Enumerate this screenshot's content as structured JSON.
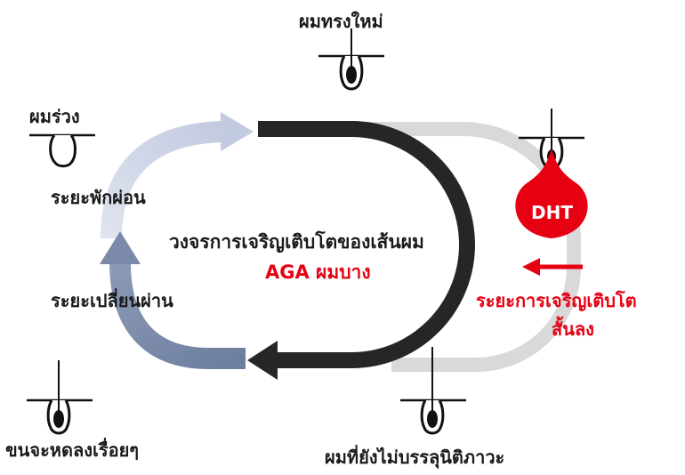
{
  "labels": {
    "new_hair": "ผมทรงใหม่",
    "shedding": "ผมร่วง",
    "resting_phase": "ระยะพักผ่อน",
    "transition_phase": "ระยะเปลี่ยนผ่าน",
    "cycle_title": "วงจรการเจริญเติบโตของเส้นผม",
    "aga": "AGA ผมบาง",
    "dht": "DHT",
    "growth_shortened_line1": "ระยะการเจริญเติบโต",
    "growth_shortened_line2": "สั้นลง",
    "thinning": "ขนจะหดลงเรื่อยๆ",
    "immature": "ผมที่ยังไม่บรรลุนิติภาวะ"
  },
  "colors": {
    "growth_arc": "#262626",
    "aga_arc": "#d9d9d9",
    "resting_arrow": "#c5cce2",
    "transition_arrow": "#7a8aa8",
    "accent_red": "#e60012",
    "text": "#1a1a1a"
  }
}
